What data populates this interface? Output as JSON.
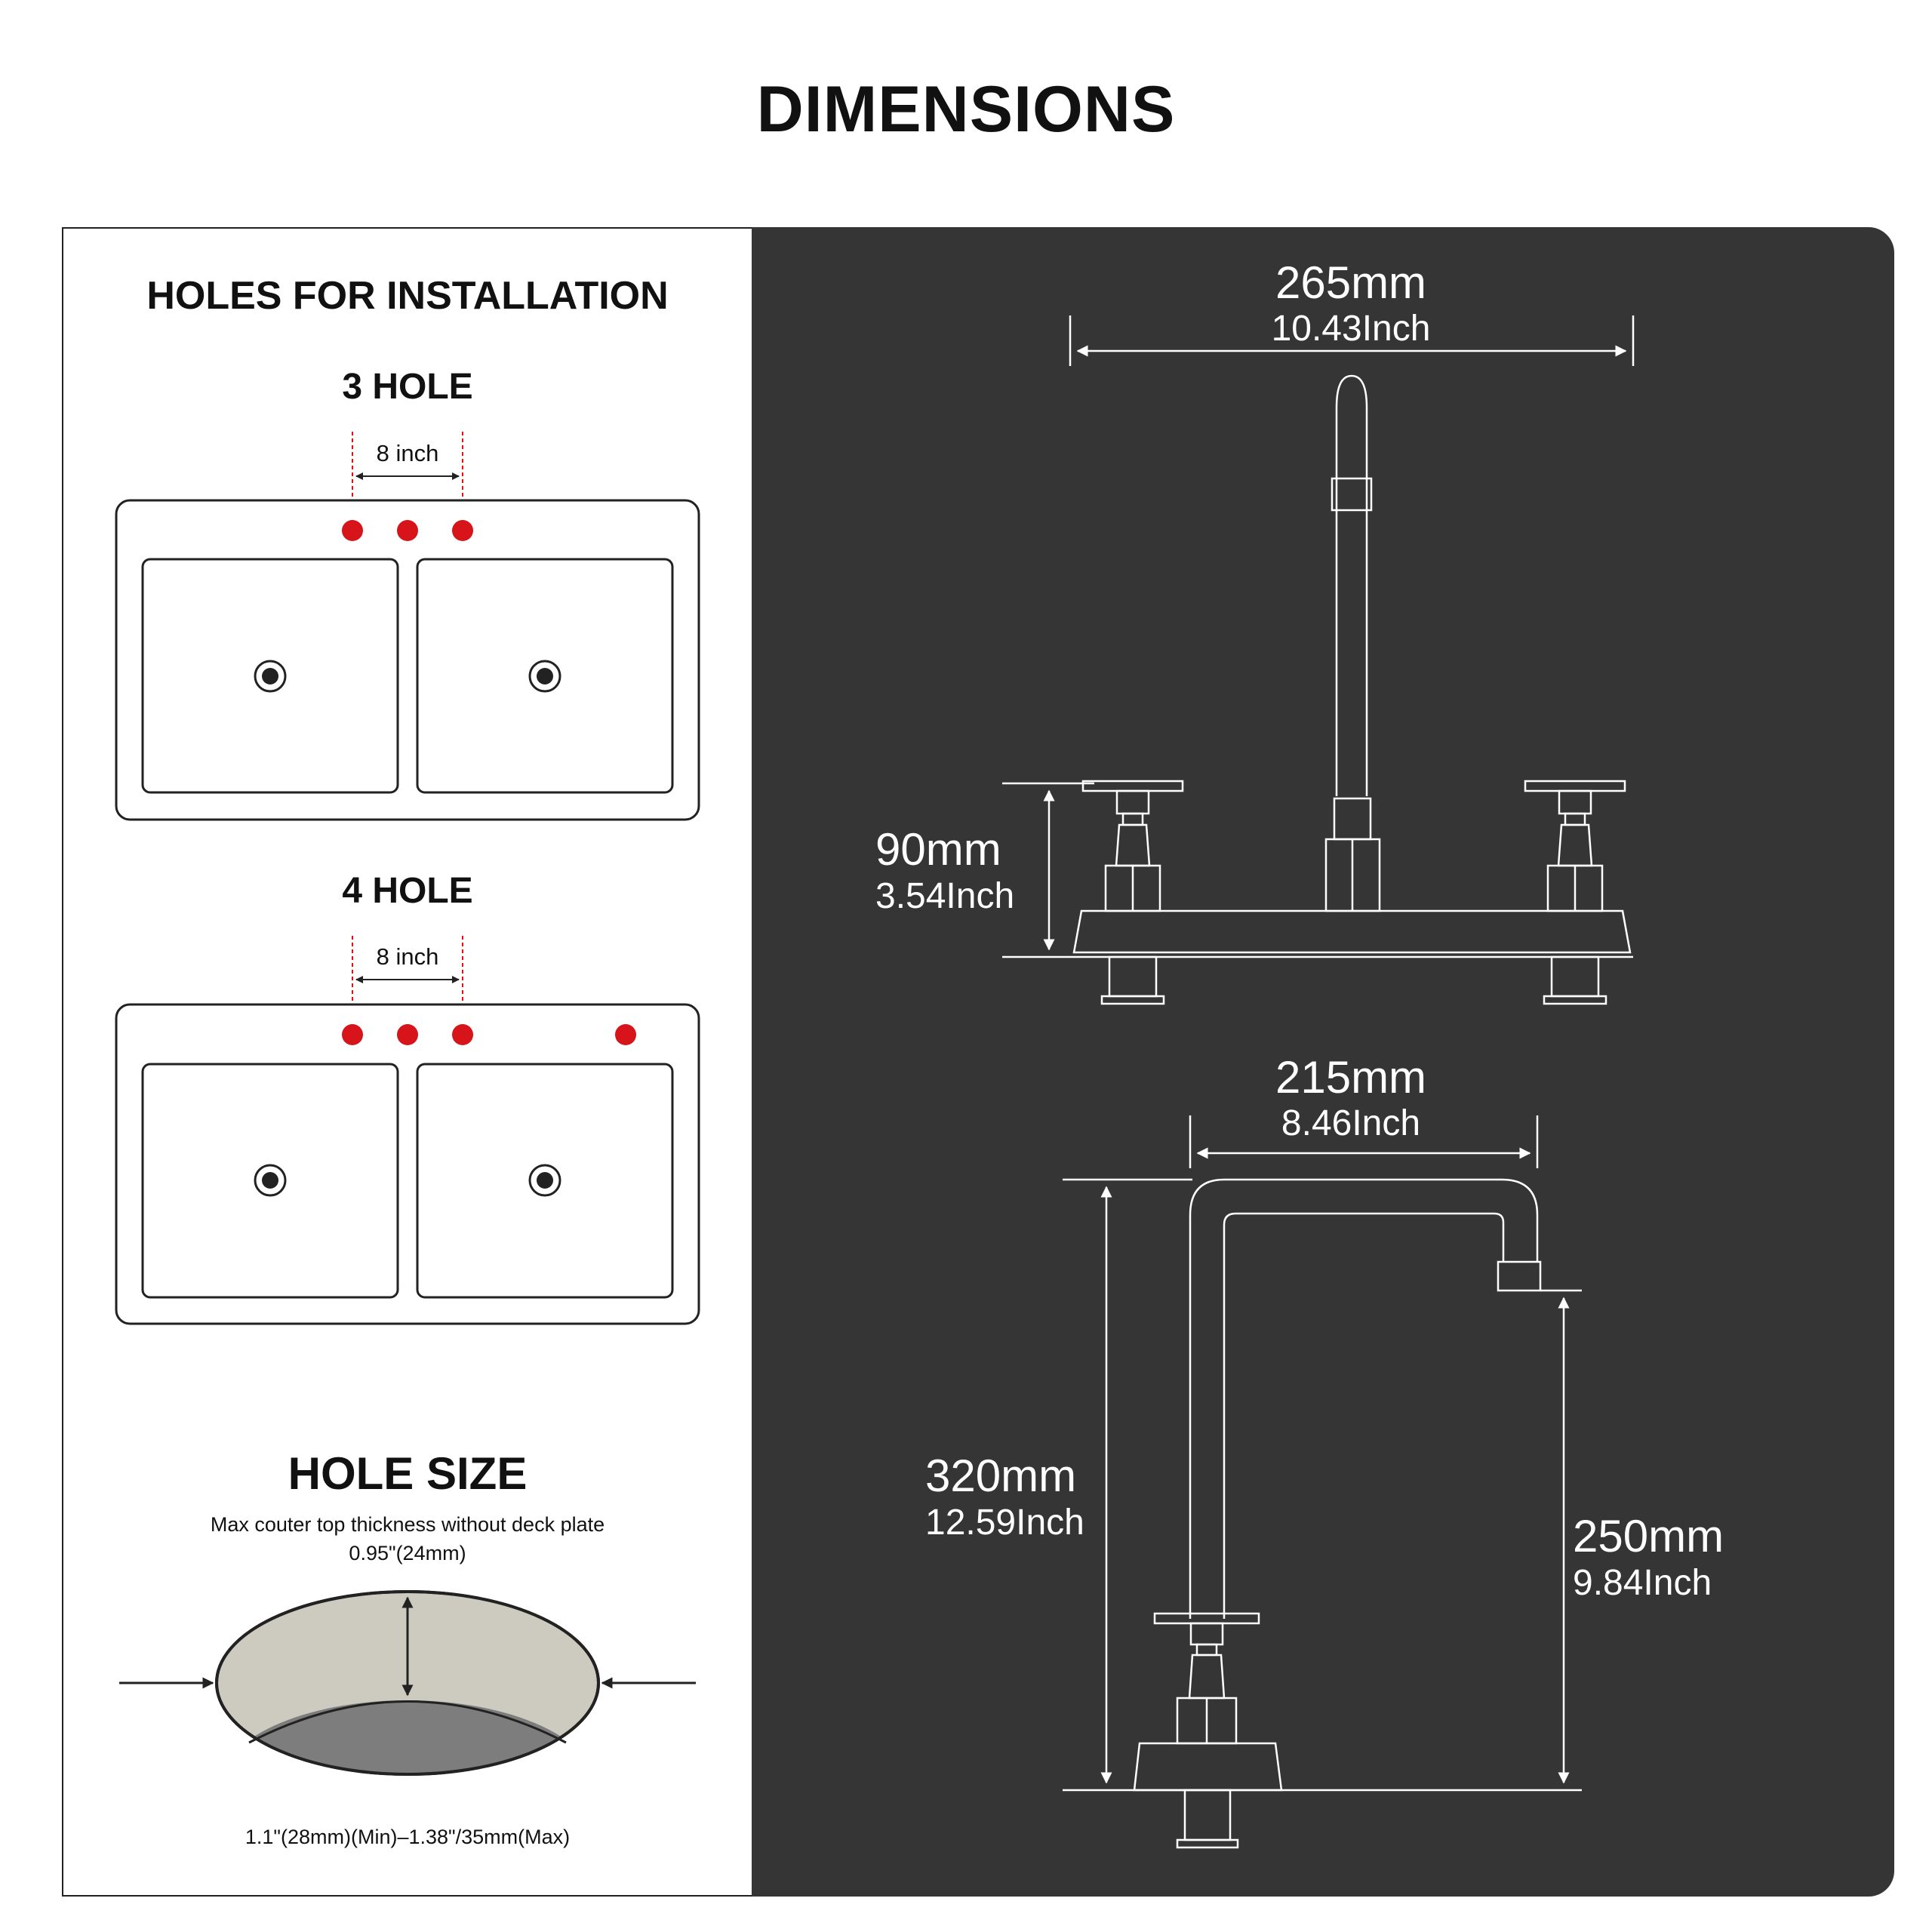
{
  "title": "DIMENSIONS",
  "installation": {
    "heading": "HOLES FOR INSTALLATION",
    "three_hole": {
      "label": "3 HOLE",
      "spacing": "8 inch"
    },
    "four_hole": {
      "label": "4 HOLE",
      "spacing": "8 inch"
    }
  },
  "hole_size": {
    "heading": "HOLE SIZE",
    "note_line1": "Max couter top thickness without deck plate",
    "note_line2": "0.95\"(24mm)",
    "range": "1.1\"(28mm)(Min)–1.38\"/35mm(Max)"
  },
  "dimensions": {
    "width": {
      "mm": "265mm",
      "inch": "10.43Inch"
    },
    "handle_height": {
      "mm": "90mm",
      "inch": "3.54Inch"
    },
    "spout_reach": {
      "mm": "215mm",
      "inch": "8.46Inch"
    },
    "total_height": {
      "mm": "320mm",
      "inch": "12.59Inch"
    },
    "spout_height": {
      "mm": "250mm",
      "inch": "9.84Inch"
    }
  },
  "colors": {
    "panel_dark": "#353535",
    "hole_marker": "#d7141a",
    "counter_surface": "#cdcbc0",
    "hole_interior": "#7d7d7d"
  }
}
